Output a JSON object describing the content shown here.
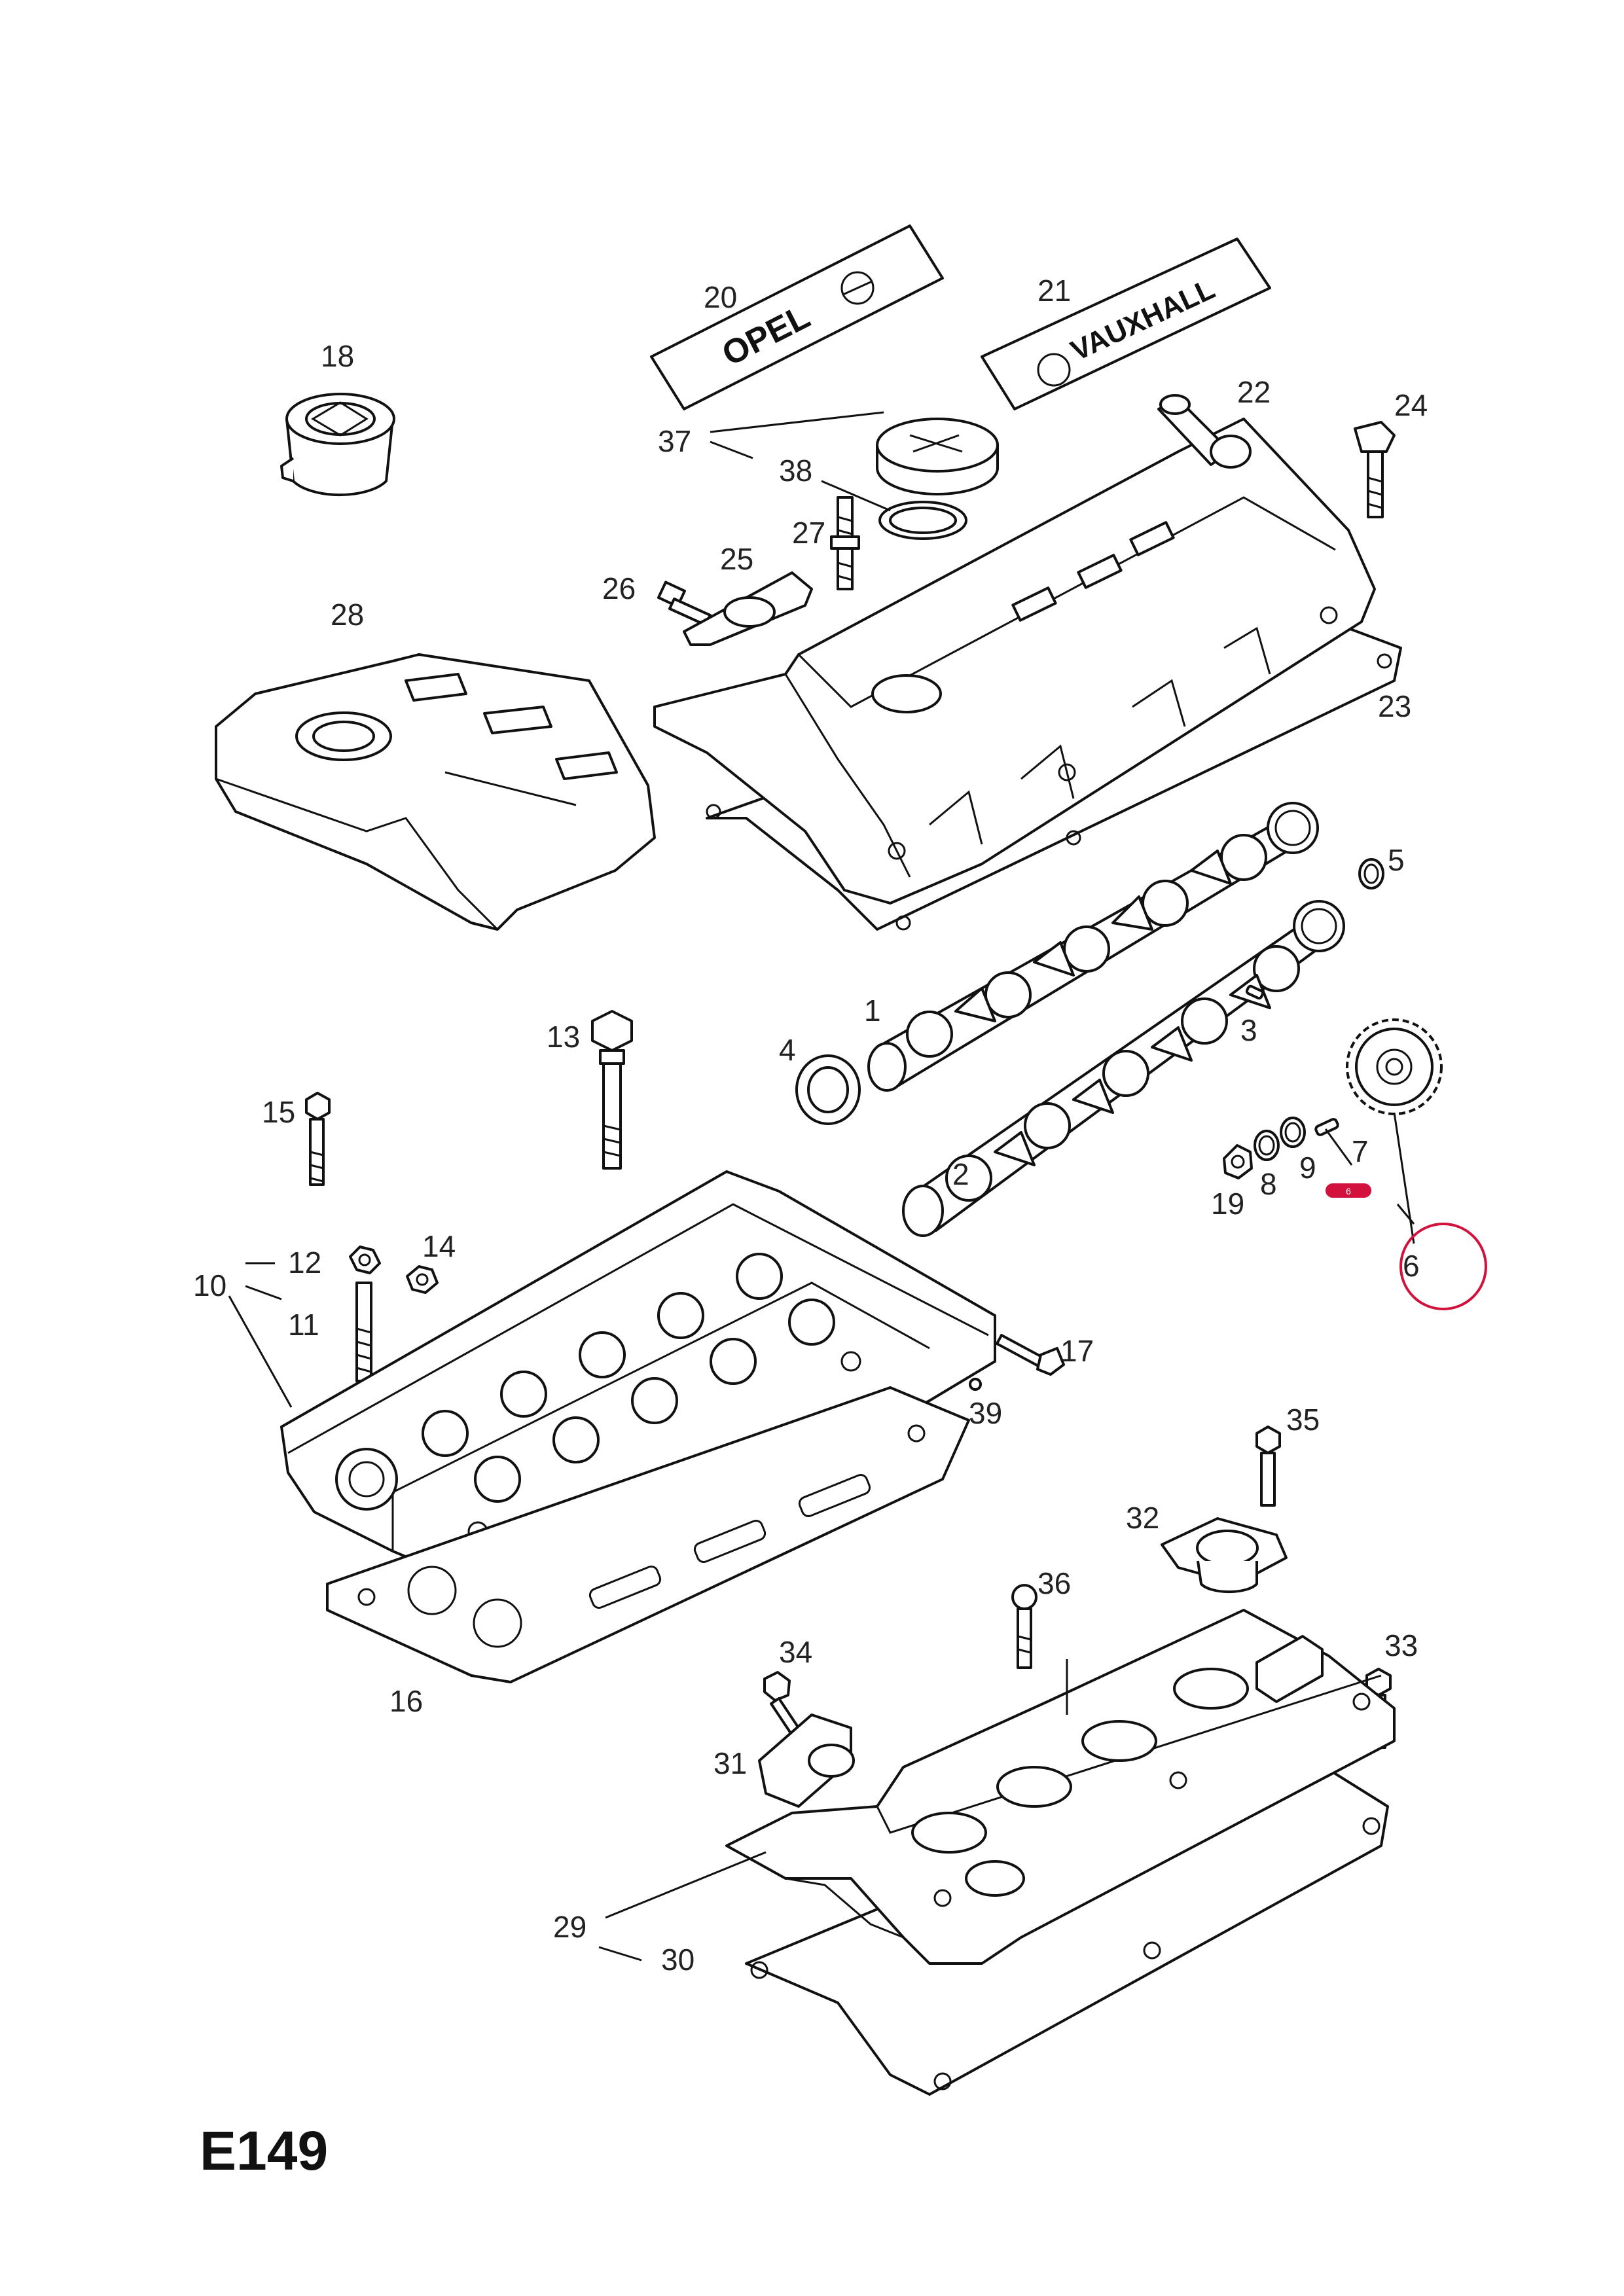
{
  "sheet": {
    "code": "E149"
  },
  "logos": {
    "opel": "OPEL",
    "vauxhall": "VAUXHALL"
  },
  "marker": {
    "text": "6",
    "color": "#d2123c"
  },
  "labels": {
    "p1": "1",
    "p2": "2",
    "p3": "3",
    "p4": "4",
    "p5": "5",
    "p6": "6",
    "p7": "7",
    "p8": "8",
    "p9": "9",
    "p10": "10",
    "p11": "11",
    "p12": "12",
    "p13": "13",
    "p14": "14",
    "p15": "15",
    "p16": "16",
    "p17": "17",
    "p18": "18",
    "p19": "19",
    "p20": "20",
    "p21": "21",
    "p22": "22",
    "p23": "23",
    "p24": "24",
    "p25": "25",
    "p26": "26",
    "p27": "27",
    "p28": "28",
    "p29": "29",
    "p30": "30",
    "p31": "31",
    "p32": "32",
    "p33": "33",
    "p34": "34",
    "p35": "35",
    "p36": "36",
    "p37": "37",
    "p38": "38",
    "p39": "39"
  }
}
